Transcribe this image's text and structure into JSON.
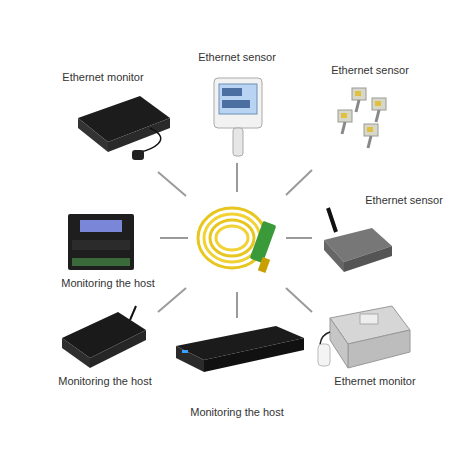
{
  "diagram": {
    "labels": [
      "Ethernet sensor",
      "Ethernet monitor",
      "Ethernet sensor",
      "Ethernet sensor",
      "Monitoring the host",
      "Ethernet monitor",
      "Monitoring the host",
      "Monitoring the host"
    ]
  }
}
